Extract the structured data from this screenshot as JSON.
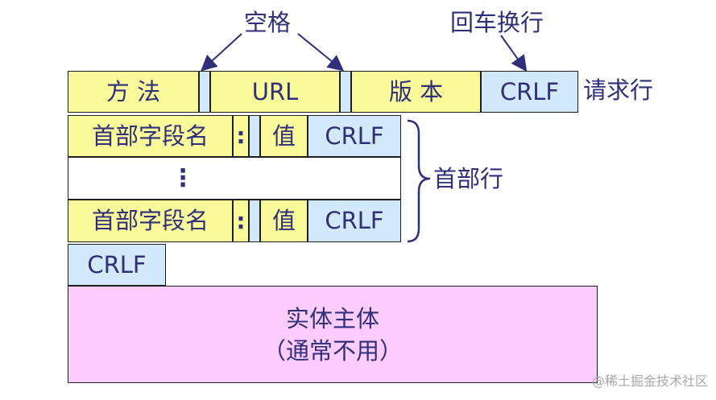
{
  "annotations": {
    "space": "空格",
    "crlf_label": "回车换行",
    "request_line": "请求行",
    "header_lines": "首部行"
  },
  "request_line": {
    "method": "方 法",
    "url": "URL",
    "version": "版 本",
    "crlf": "CRLF"
  },
  "header_row_1": {
    "field_name": "首部字段名",
    "colon": ":",
    "value": "值",
    "crlf": "CRLF"
  },
  "ellipsis": "⋮",
  "header_row_2": {
    "field_name": "首部字段名",
    "colon": ":",
    "value": "值",
    "crlf": "CRLF"
  },
  "blank_line": {
    "crlf": "CRLF"
  },
  "entity_body": {
    "line1": "实体主体",
    "line2": "（通常不用）"
  },
  "watermark": "@稀土掘金技术社区"
}
